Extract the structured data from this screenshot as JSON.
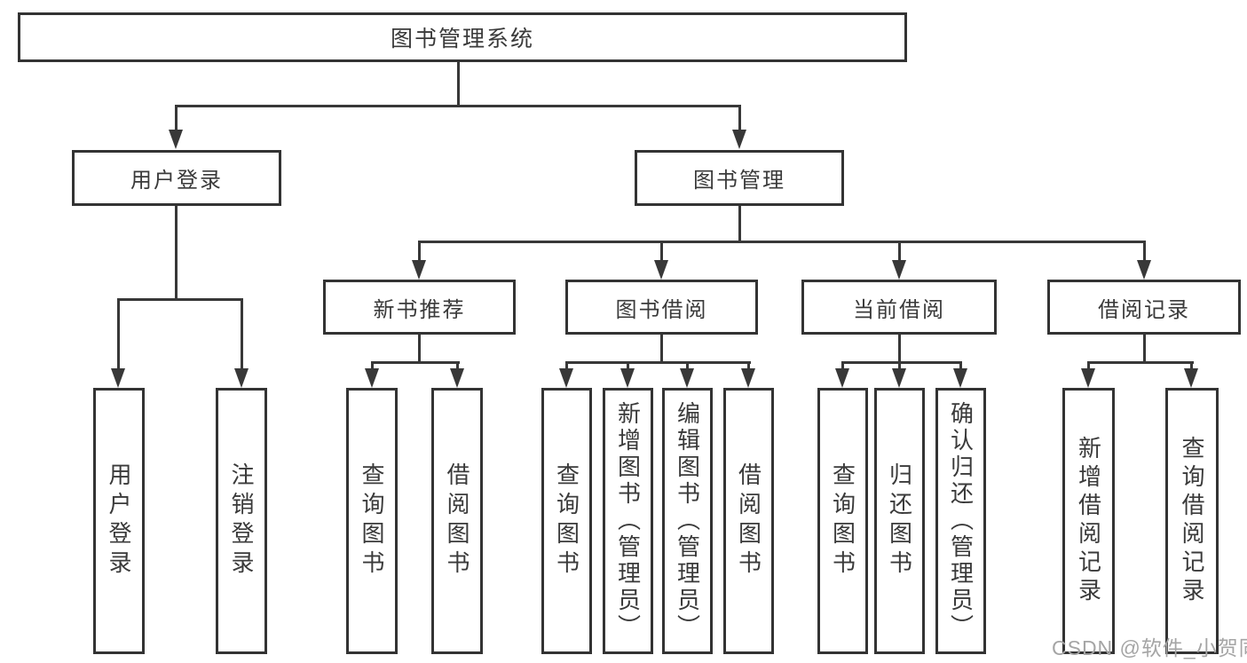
{
  "diagram": {
    "root": {
      "label": "图书管理系统"
    },
    "branches": [
      {
        "label": "用户登录",
        "children": [
          {
            "label": "用户登录"
          },
          {
            "label": "注销登录"
          }
        ]
      },
      {
        "label": "图书管理",
        "children": [
          {
            "label": "新书推荐",
            "children": [
              {
                "label": "查询图书"
              },
              {
                "label": "借阅图书"
              }
            ]
          },
          {
            "label": "图书借阅",
            "children": [
              {
                "label": "查询图书"
              },
              {
                "label": "新增图书（管理员）"
              },
              {
                "label": "编辑图书（管理员）"
              },
              {
                "label": "借阅图书"
              }
            ]
          },
          {
            "label": "当前借阅",
            "children": [
              {
                "label": "查询图书"
              },
              {
                "label": "归还图书"
              },
              {
                "label": "确认归还（管理员）"
              }
            ]
          },
          {
            "label": "借阅记录",
            "children": [
              {
                "label": "新增借阅记录"
              },
              {
                "label": "查询借阅记录"
              }
            ]
          }
        ]
      }
    ]
  },
  "watermark": {
    "text": "CSDN @软件_小贺同学"
  },
  "colors": {
    "line": "#383838",
    "border": "#333333",
    "text": "#3a3a3a",
    "watermark": "#a5a5a5",
    "background": "#ffffff"
  }
}
